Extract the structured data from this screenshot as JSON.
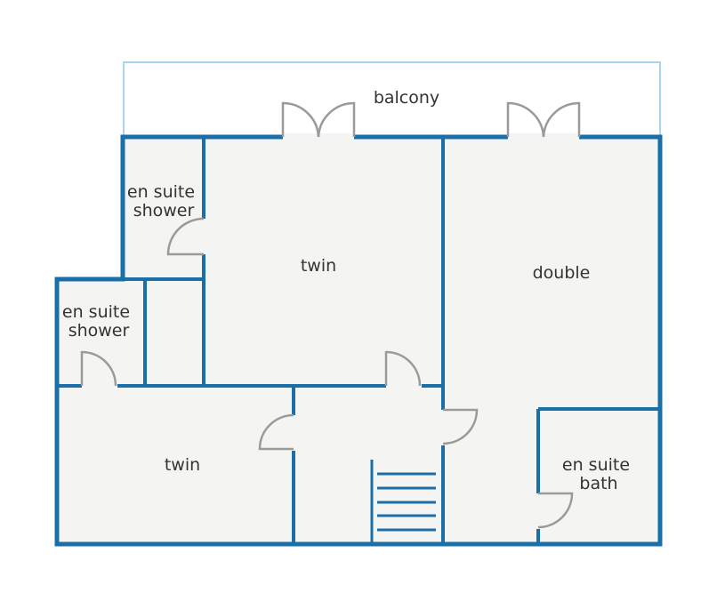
{
  "colors": {
    "wall": "#1b6fa8",
    "balcony_outline": "#a9d6ee",
    "floor": "#f4f4f3",
    "door": "#9a9a9a",
    "label": "#333333",
    "background": "#ffffff"
  },
  "rooms": {
    "balcony": {
      "label": "balcony"
    },
    "ensuite_shower_upper": {
      "line1": "en suite",
      "line2": "shower"
    },
    "twin_upper": {
      "label": "twin"
    },
    "double": {
      "label": "double"
    },
    "ensuite_shower_left": {
      "line1": "en suite",
      "line2": "shower"
    },
    "twin_lower": {
      "label": "twin"
    },
    "ensuite_bath": {
      "line1": "en suite",
      "line2": "bath"
    }
  }
}
